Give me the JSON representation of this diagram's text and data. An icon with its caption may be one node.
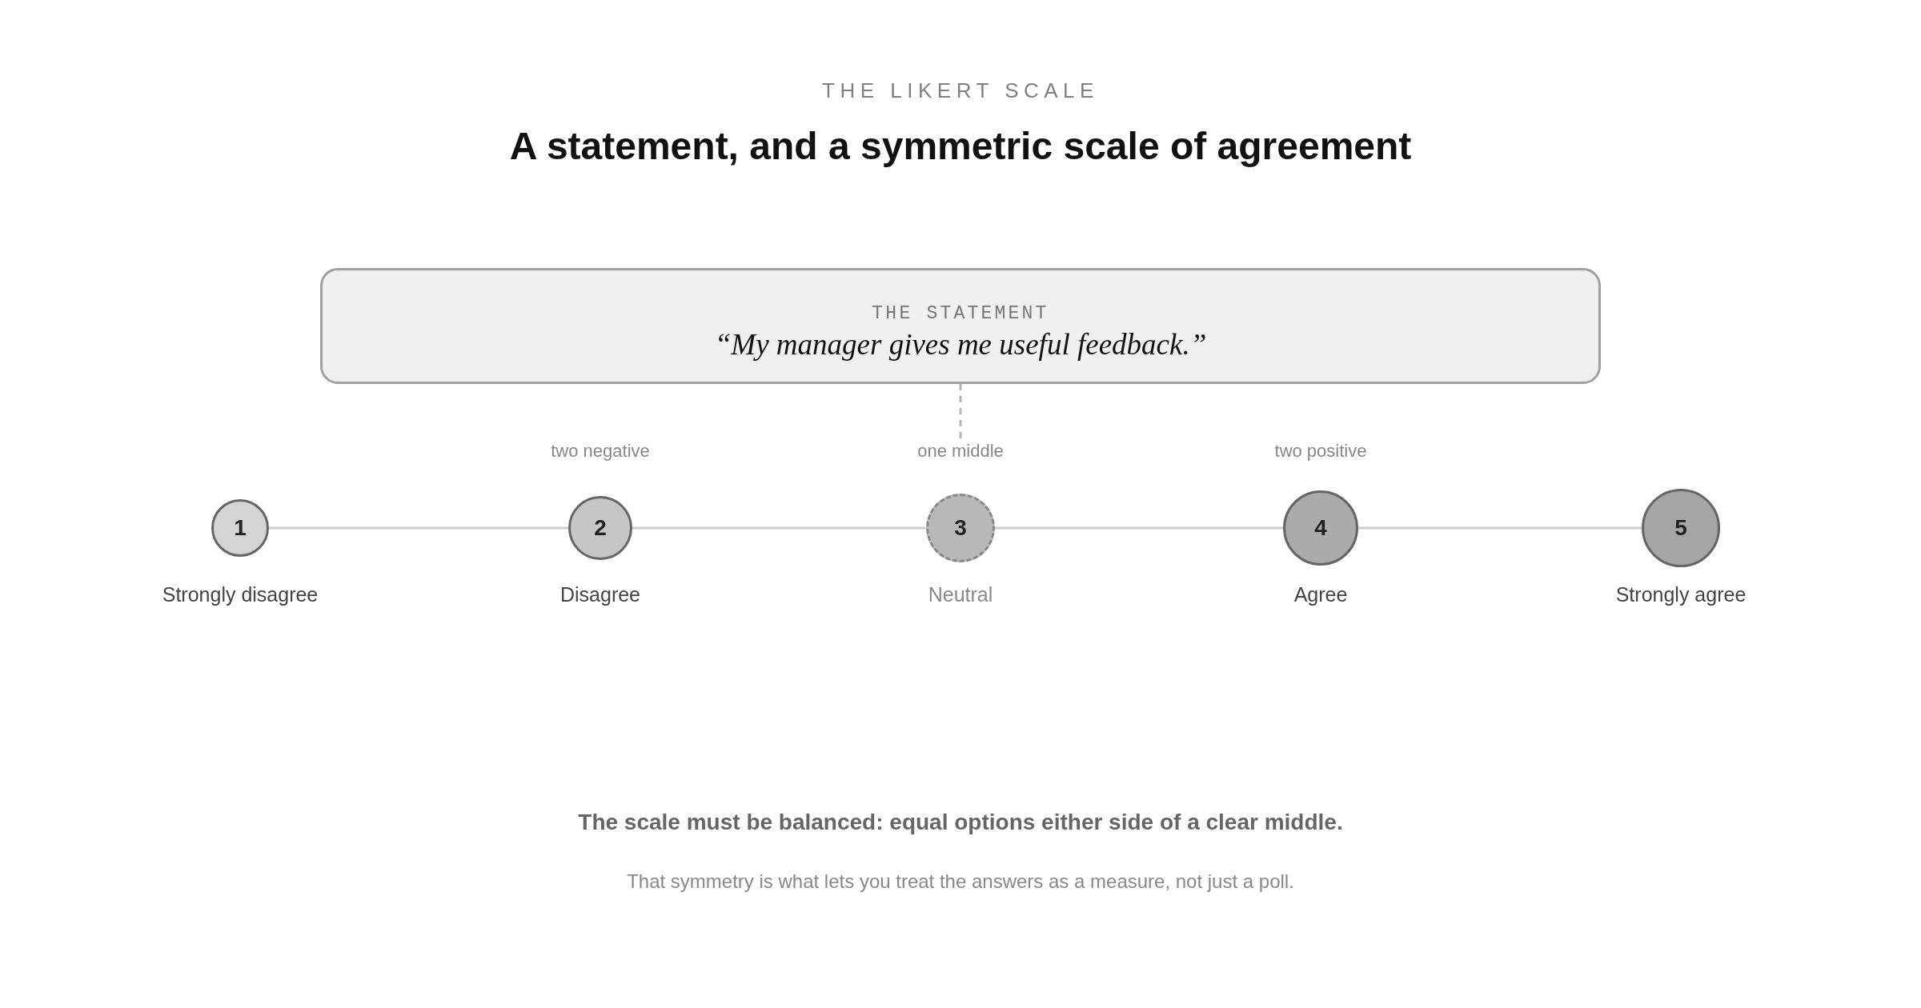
{
  "diagram": {
    "title": "A statement, and a symmetric scale of agreement",
    "nodes": [
      {
        "text": [
          "THE STATEMENT",
          "“My manager gives me useful feedback.”"
        ]
      },
      {
        "text": [
          "one middle"
        ]
      },
      {
        "text": [
          "1"
        ],
        "beside": [
          "Strongly disagree"
        ]
      },
      {
        "text": [
          "2"
        ],
        "beside": [
          "two negative",
          "Disagree"
        ]
      },
      {
        "text": [
          "3"
        ],
        "beside": [
          "Neutral"
        ]
      },
      {
        "text": [
          "4"
        ],
        "beside": [
          "two positive",
          "Agree"
        ]
      },
      {
        "text": [
          "5"
        ],
        "beside": [
          "Strongly agree"
        ]
      }
    ],
    "edges": [
      {
        "from": 0,
        "to": 1,
        "arrow": "none",
        "style": "dashed"
      },
      {
        "from": 2,
        "to": 3,
        "arrow": "none"
      },
      {
        "from": 3,
        "to": 4,
        "arrow": "none"
      },
      {
        "from": 4,
        "to": 5,
        "arrow": "none"
      },
      {
        "from": 5,
        "to": 6,
        "arrow": "none"
      }
    ],
    "labels": [
      "THE LIKERT SCALE",
      "The scale must be balanced: equal options either side of a clear middle.",
      "That symmetry is what lets you treat the answers as a measure, not just a poll."
    ]
  }
}
